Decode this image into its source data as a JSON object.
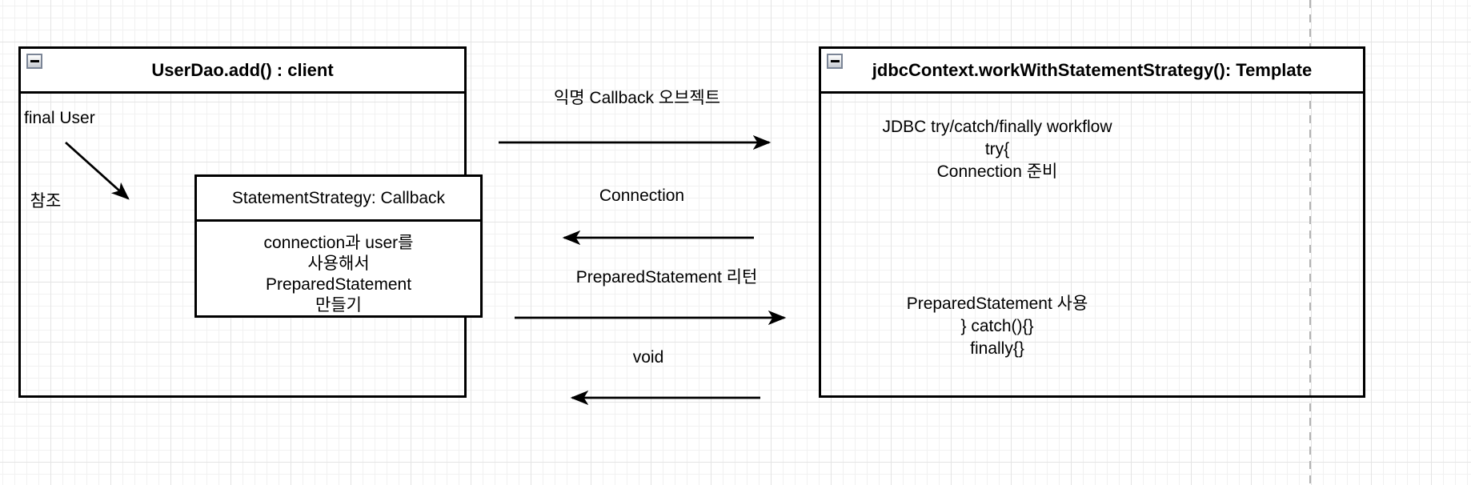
{
  "canvas": {
    "background_color": "#ffffff",
    "grid_minor_color": "#f1f1f1",
    "grid_major_color": "#e4e4e4",
    "page_break_color": "#b3b3b3",
    "stroke_color": "#000000"
  },
  "left_box": {
    "title": "UserDao.add() : client",
    "collapse_icon": "minus-icon",
    "note": "final User"
  },
  "inner_box": {
    "title": "StatementStrategy: Callback",
    "body_lines": {
      "0": "connection과 user를",
      "1": "사용해서",
      "2": "PreparedStatement",
      "3": "만들기"
    }
  },
  "right_box": {
    "title": "jdbcContext.workWithStatementStrategy(): Template",
    "collapse_icon": "minus-icon",
    "block1_lines": {
      "0": "JDBC try/catch/finally workflow",
      "1": "try{",
      "2": "Connection 준비"
    },
    "block2_lines": {
      "0": "PreparedStatement 사용",
      "1": "} catch(){}",
      "2": "finally{}"
    }
  },
  "edges": {
    "anonymous_callback": {
      "label": "익명 Callback 오브젝트",
      "direction": "right"
    },
    "connection": {
      "label": "Connection",
      "direction": "left"
    },
    "prepared_statement_return": {
      "label": "PreparedStatement 리턴",
      "direction": "right"
    },
    "void_return": {
      "label": "void",
      "direction": "left"
    },
    "reference": {
      "label": "참조",
      "direction": "down-right"
    }
  }
}
